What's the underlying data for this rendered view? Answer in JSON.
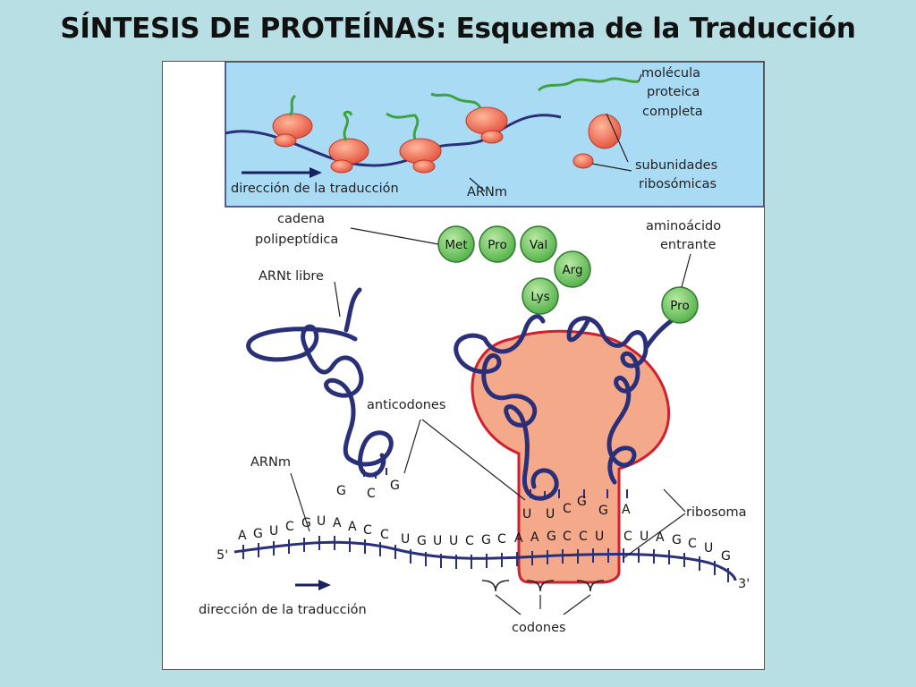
{
  "title": "SÍNTESIS DE PROTEÍNAS: Esquema de la Traducción",
  "top_panel": {
    "protein_label": [
      "molécula",
      "proteica",
      "completa"
    ],
    "subunits_label": [
      "subunidades",
      "ribosómicas"
    ],
    "direction_label": "dirección de la traducción",
    "mrna_label": "ARNm"
  },
  "bottom_panel": {
    "chain_label": [
      "cadena",
      "polipeptídica"
    ],
    "incoming_label": [
      "aminoácido",
      "entrante"
    ],
    "free_trna_label": "ARNt libre",
    "anticodons_label": "anticodones",
    "mrna_label": "ARNm",
    "ribosome_label": "ribosoma",
    "codons_label": "codones",
    "direction_label": "dirección de la traducción",
    "five_prime": "5'",
    "three_prime": "3'",
    "amino_acids": [
      "Met",
      "Pro",
      "Val",
      "Arg",
      "Lys"
    ],
    "incoming_amino_acid": "Pro",
    "free_anticodon": [
      "G",
      "C",
      "G"
    ],
    "bound_anticodon_1": [
      "U",
      "U",
      "C"
    ],
    "bound_anticodon_2": [
      "G",
      "G",
      "A"
    ],
    "mrna_sequence": [
      "A",
      "G",
      "U",
      "C",
      "G",
      "U",
      "A",
      "A",
      "C",
      "C",
      "U",
      "G",
      "U",
      "U",
      "C",
      "G",
      "C",
      "A",
      "A",
      "G",
      "C",
      "C",
      "U",
      "C",
      "U",
      "A",
      "G",
      "C",
      "U",
      "G"
    ]
  },
  "colors": {
    "ribosome_fill": "#f4a98a",
    "ribosome_stroke": "#d11f2e",
    "strand": "#2a2f7a",
    "amino_fill": "#7cc86a",
    "amino_stroke": "#2d7a2d",
    "top_bg": "#a9dbf5"
  }
}
